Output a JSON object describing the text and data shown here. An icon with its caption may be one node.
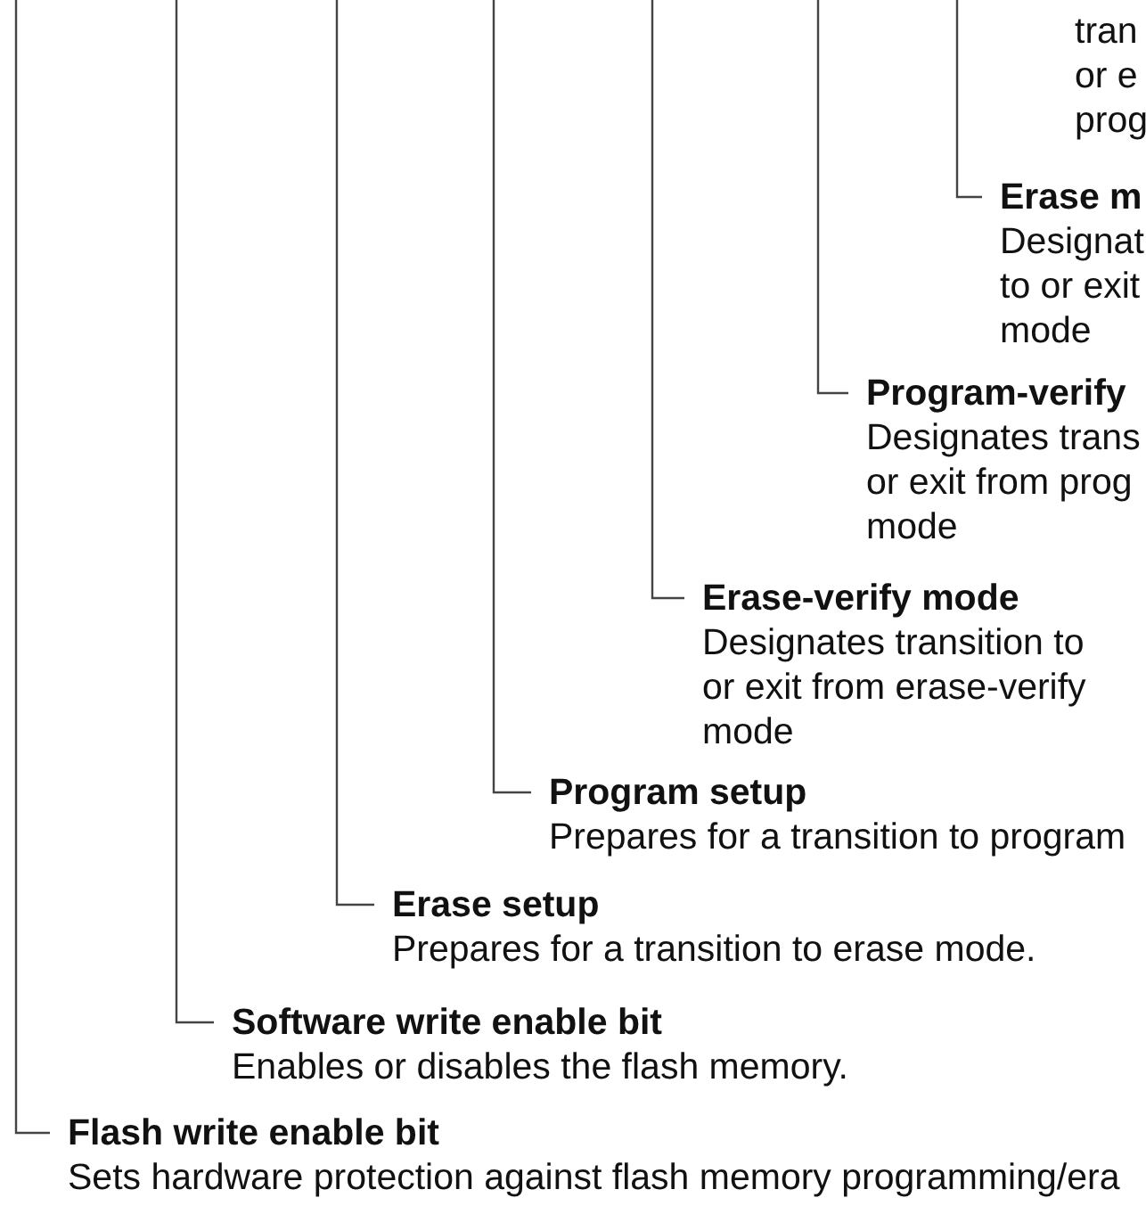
{
  "diagram": {
    "nodes": [
      {
        "text": [
          "tran or e prog"
        ]
      },
      {
        "text": [
          "Erase m",
          "Designat to or exit mode"
        ]
      },
      {
        "text": [
          "Program-verify",
          "Designates trans or exit from prog mode"
        ]
      },
      {
        "text": [
          "Erase-verify mode",
          "Designates transition to or exit from erase-verify mode"
        ]
      },
      {
        "text": [
          "Program setup",
          "Prepares for a transition to program"
        ]
      },
      {
        "text": [
          "Erase setup",
          "Prepares for a transition to erase mode."
        ]
      },
      {
        "text": [
          "Software write enable bit",
          "Enables or disables the flash memory."
        ]
      },
      {
        "text": [
          "Flash write enable bit",
          "Sets hardware protection against flash memory programming/era"
        ]
      }
    ],
    "edges": [
      {
        "from": null,
        "to": 1,
        "arrow": "none"
      },
      {
        "from": null,
        "to": 2,
        "arrow": "none"
      },
      {
        "from": null,
        "to": 3,
        "arrow": "none"
      },
      {
        "from": null,
        "to": 4,
        "arrow": "none"
      },
      {
        "from": null,
        "to": 5,
        "arrow": "none"
      },
      {
        "from": null,
        "to": 6,
        "arrow": "none"
      },
      {
        "from": null,
        "to": 7,
        "arrow": "none"
      }
    ]
  }
}
